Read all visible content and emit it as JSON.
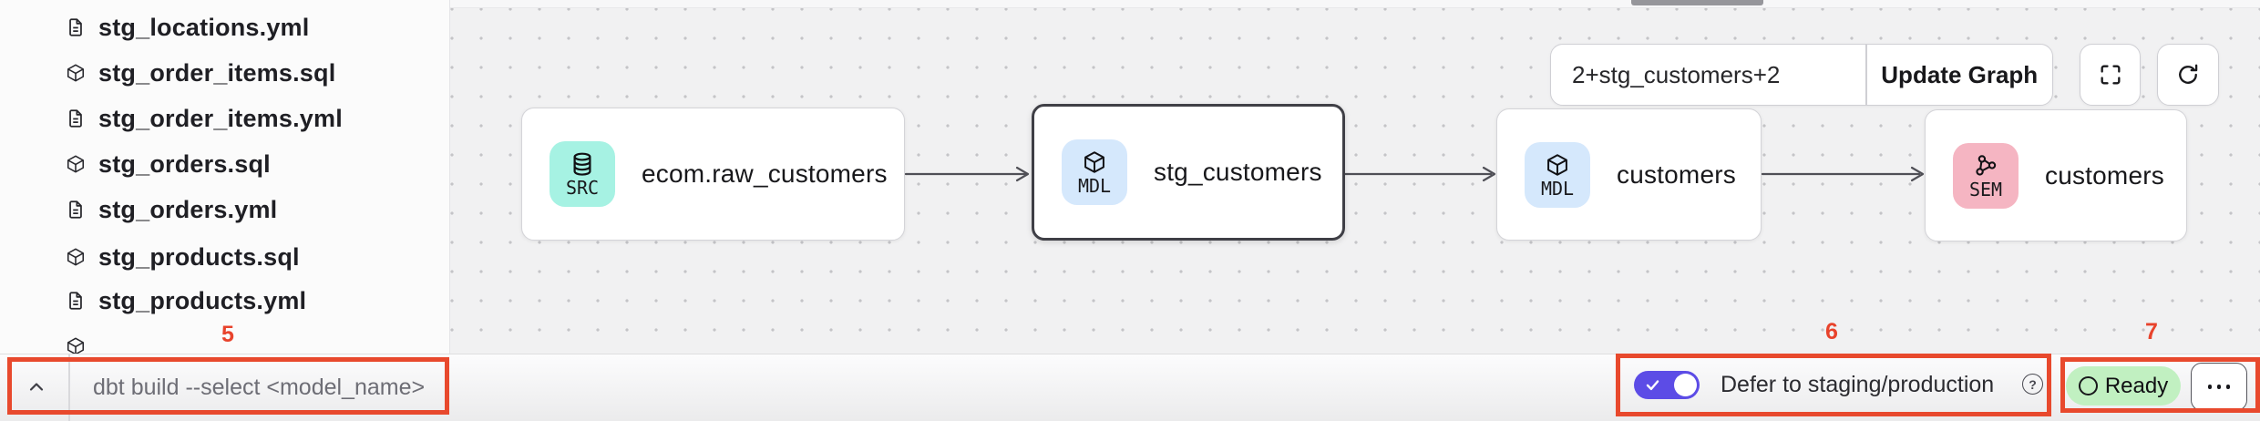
{
  "sidebar": {
    "files": [
      {
        "label": "stg_locations.yml",
        "type": "yml"
      },
      {
        "label": "stg_order_items.sql",
        "type": "sql"
      },
      {
        "label": "stg_order_items.yml",
        "type": "yml"
      },
      {
        "label": "stg_orders.sql",
        "type": "sql"
      },
      {
        "label": "stg_orders.yml",
        "type": "yml"
      },
      {
        "label": "stg_products.sql",
        "type": "sql"
      },
      {
        "label": "stg_products.yml",
        "type": "yml"
      },
      {
        "label": "",
        "type": "sql"
      }
    ]
  },
  "canvas": {
    "toolbar": {
      "selector_input": "2+stg_customers+2",
      "update_graph_button": "Update Graph"
    },
    "nodes": [
      {
        "badge": "SRC",
        "label": "ecom.raw_customers",
        "selected": false
      },
      {
        "badge": "MDL",
        "label": "stg_customers",
        "selected": true
      },
      {
        "badge": "MDL",
        "label": "customers",
        "selected": false
      },
      {
        "badge": "SEM",
        "label": "customers",
        "selected": false
      }
    ]
  },
  "bottom_bar": {
    "command_placeholder": "dbt build --select <model_name>",
    "defer_toggle_label": "Defer to staging/production",
    "defer_toggle_on": true,
    "status_badge": "Ready"
  },
  "annotations": {
    "labels": [
      "5",
      "6",
      "7"
    ],
    "color": "#E8492D"
  },
  "colors": {
    "src_badge": "#A6F2E3",
    "mdl_badge": "#D5E8FC",
    "sem_badge": "#F5B5C2",
    "toggle_on": "#5C4CE6",
    "ready_green": "#C1F0C1",
    "annotation_red": "#E8492D"
  }
}
